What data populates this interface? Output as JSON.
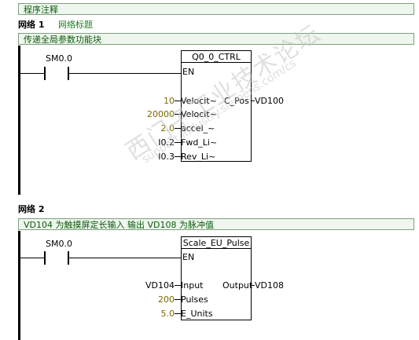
{
  "program_comment": "程序注释",
  "network1": {
    "label": "网络 1",
    "title": "网络标题",
    "comment": "传递全局参数功能块",
    "contact": "SM0.0",
    "block": {
      "name": "Q0_0_CTRL",
      "en": "EN",
      "inputs": [
        {
          "value": "10",
          "pin": "Velocit~"
        },
        {
          "value": "20000",
          "pin": "Velocit~"
        },
        {
          "value": "2.0",
          "pin": "accel_~"
        },
        {
          "value": "I0.2",
          "pin": "Fwd_Li~"
        },
        {
          "value": "I0.3",
          "pin": "Rev_Li~"
        }
      ],
      "output_pin": "C_Pos",
      "output_value": "VD100"
    }
  },
  "network2": {
    "label": "网络 2",
    "comment": "VD104 为触摸屏定长输入 输出 VD108 为脉冲值",
    "contact": "SM0.0",
    "block": {
      "name": "Scale_EU_Pulse",
      "en": "EN",
      "inputs": [
        {
          "value": "VD104",
          "pin": "Input"
        },
        {
          "value": "200",
          "pin": "Pulses"
        },
        {
          "value": "5.0",
          "pin": "E_Units"
        }
      ],
      "output_pin": "Output",
      "output_value": "VD108"
    }
  },
  "watermark": {
    "line1": "西门子工业技术论坛",
    "line2": "support.industry.siemens.com/cs"
  },
  "colors": {
    "comment_text": "#0a5a0a",
    "network_title": "#1b7f1b",
    "numeric_constant": "#7a6a00"
  }
}
